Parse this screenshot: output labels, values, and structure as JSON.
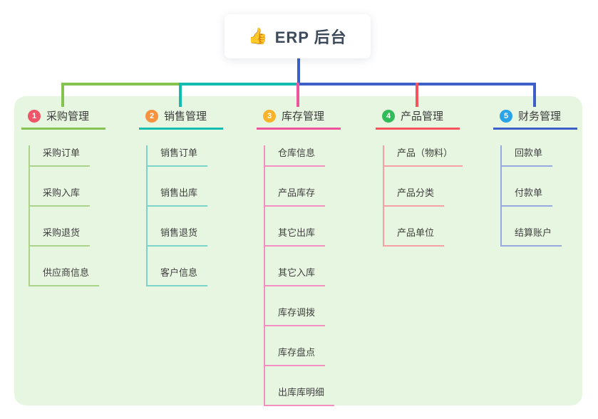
{
  "root": {
    "icon": "👍",
    "label": "ERP 后台"
  },
  "colors": {
    "panel_bg": "#e7f6e0",
    "root_line": "#3e5fc7",
    "root_text": "#3d4a5c"
  },
  "branches": [
    {
      "badge": "1",
      "title": "采购管理",
      "badge_color": "#ef5667",
      "line_color": "#85c24f",
      "child_line_color": "#a9d489",
      "children": [
        "采购订单",
        "采购入库",
        "采购退货",
        "供应商信息"
      ]
    },
    {
      "badge": "2",
      "title": "销售管理",
      "badge_color": "#f69240",
      "line_color": "#12bcb0",
      "child_line_color": "#7bd3ca",
      "children": [
        "销售订单",
        "销售出库",
        "销售退货",
        "客户信息"
      ]
    },
    {
      "badge": "3",
      "title": "库存管理",
      "badge_color": "#f9b32b",
      "line_color": "#ee549e",
      "child_line_color": "#f38fc1",
      "children": [
        "仓库信息",
        "产品库存",
        "其它出库",
        "其它入库",
        "库存调拨",
        "库存盘点",
        "出库库明细"
      ]
    },
    {
      "badge": "4",
      "title": "产品管理",
      "badge_color": "#31bb59",
      "line_color": "#f8535c",
      "child_line_color": "#f9a0a4",
      "children": [
        "产品（物料）",
        "产品分类",
        "产品单位"
      ]
    },
    {
      "badge": "5",
      "title": "财务管理",
      "badge_color": "#2aa3e8",
      "line_color": "#3e5fc7",
      "child_line_color": "#96a9de",
      "children": [
        "回款单",
        "付款单",
        "结算账户"
      ]
    }
  ]
}
